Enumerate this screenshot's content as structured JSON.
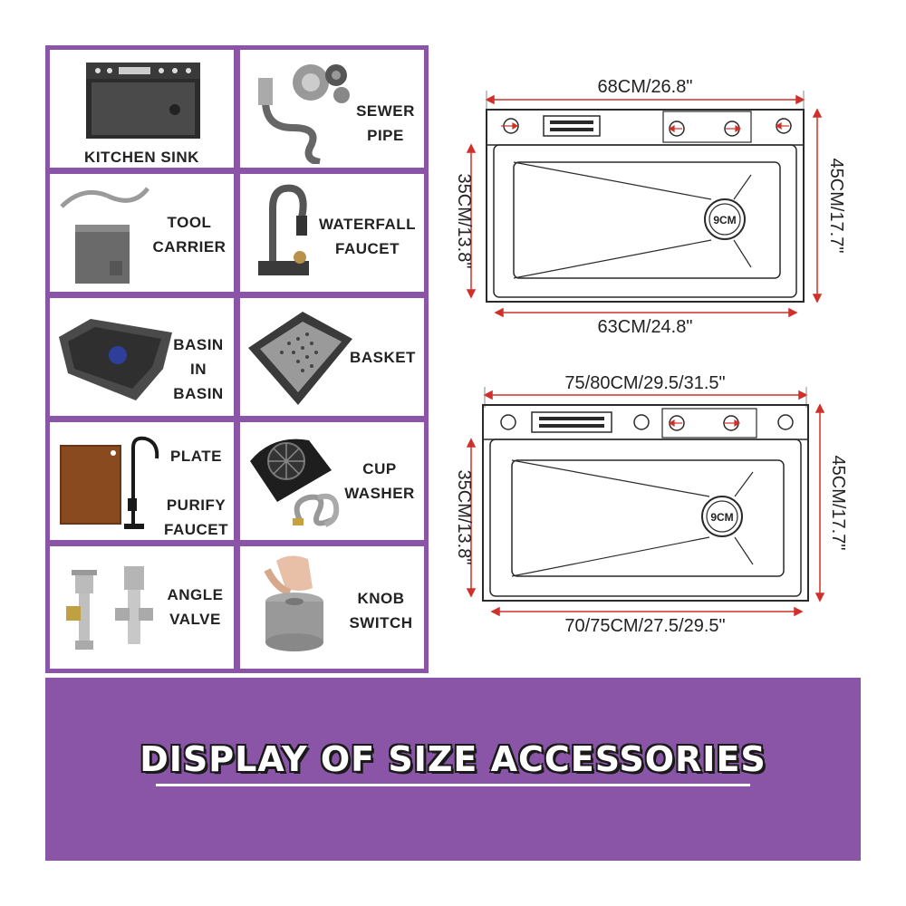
{
  "accessories": [
    {
      "label": "KITCHEN SINK",
      "icon": "kitchen-sink-icon"
    },
    {
      "label_lines": [
        "SEWER",
        "PIPE"
      ],
      "icon": "sewer-pipe-icon"
    },
    {
      "label_lines": [
        "TOOL",
        "CARRIER"
      ],
      "icon": "tool-carrier-icon"
    },
    {
      "label_lines": [
        "WATERFALL",
        "FAUCET"
      ],
      "icon": "waterfall-faucet-icon"
    },
    {
      "label_lines": [
        "BASIN",
        "IN",
        "BASIN"
      ],
      "icon": "basin-icon"
    },
    {
      "label_lines": [
        "BASKET"
      ],
      "icon": "basket-icon"
    },
    {
      "label_lines": [
        "PLATE",
        "",
        "PURIFY",
        "FAUCET"
      ],
      "icon": "plate-purify-faucet-icon"
    },
    {
      "label_lines": [
        "CUP",
        "WASHER"
      ],
      "icon": "cup-washer-icon"
    },
    {
      "label_lines": [
        "ANGLE",
        "VALVE"
      ],
      "icon": "angle-valve-icon"
    },
    {
      "label_lines": [
        "KNOB",
        "SWITCH"
      ],
      "icon": "knob-switch-icon"
    }
  ],
  "diagrams": [
    {
      "top_width": "68CM/26.8\"",
      "bottom_width": "63CM/24.8\"",
      "left_height": "35CM/13.8\"",
      "right_height": "45CM/17.7\"",
      "drain": "9CM"
    },
    {
      "top_width": "75/80CM/29.5/31.5\"",
      "bottom_width": "70/75CM/27.5/29.5\"",
      "left_height": "35CM/13.8\"",
      "right_height": "45CM/17.7\"",
      "drain": "9CM"
    }
  ],
  "banner": {
    "title": "DISPLAY OF SIZE ACCESSORIES"
  },
  "colors": {
    "accent": "#8a55a6",
    "dimension_line": "#d0302a",
    "sink": "#2a2a2a"
  }
}
